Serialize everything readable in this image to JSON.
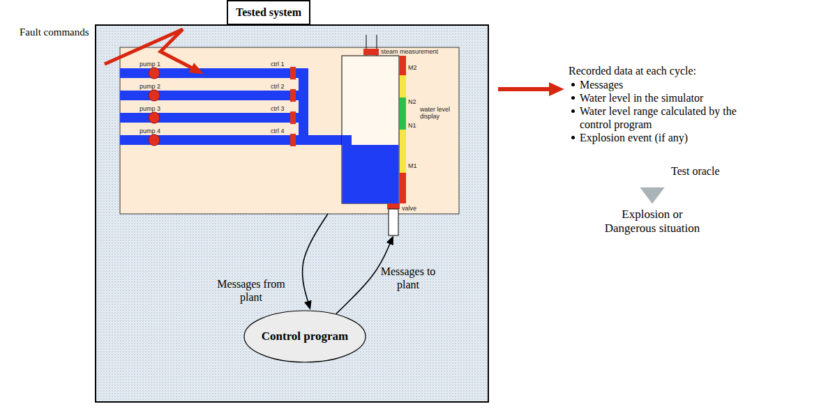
{
  "diagram": {
    "nodes": [
      {
        "text": [
          "Tested system"
        ]
      },
      {
        "text": [
          "pump 1",
          "ctrl 1",
          "pump 2",
          "ctrl 2",
          "pump 3",
          "ctrl 3",
          "pump 4",
          "ctrl 4",
          "steam measurement",
          "M2",
          "N2",
          "N1",
          "M1",
          "water level display",
          "valve"
        ],
        "in": 0
      },
      {
        "text": [
          "Control program"
        ],
        "in": 0
      },
      {
        "text": [
          "Recorded data at each cycle:",
          "Messages",
          "Water level in the simulator",
          "Water level range calculated by the control program",
          "Explosion event (if any)"
        ]
      },
      {
        "text": [
          "Explosion or Dangerous situation"
        ]
      }
    ],
    "edges": [
      {
        "from": 1,
        "to": 2,
        "arrow": "to",
        "label": "Messages from plant"
      },
      {
        "from": 2,
        "to": 1,
        "arrow": "to",
        "label": "Messages to plant"
      },
      {
        "from": 0,
        "to": 3,
        "arrow": "to"
      },
      {
        "from": 3,
        "to": 4,
        "arrow": "to",
        "label": "Test oracle"
      }
    ],
    "labels": [
      "Fault commands"
    ]
  }
}
